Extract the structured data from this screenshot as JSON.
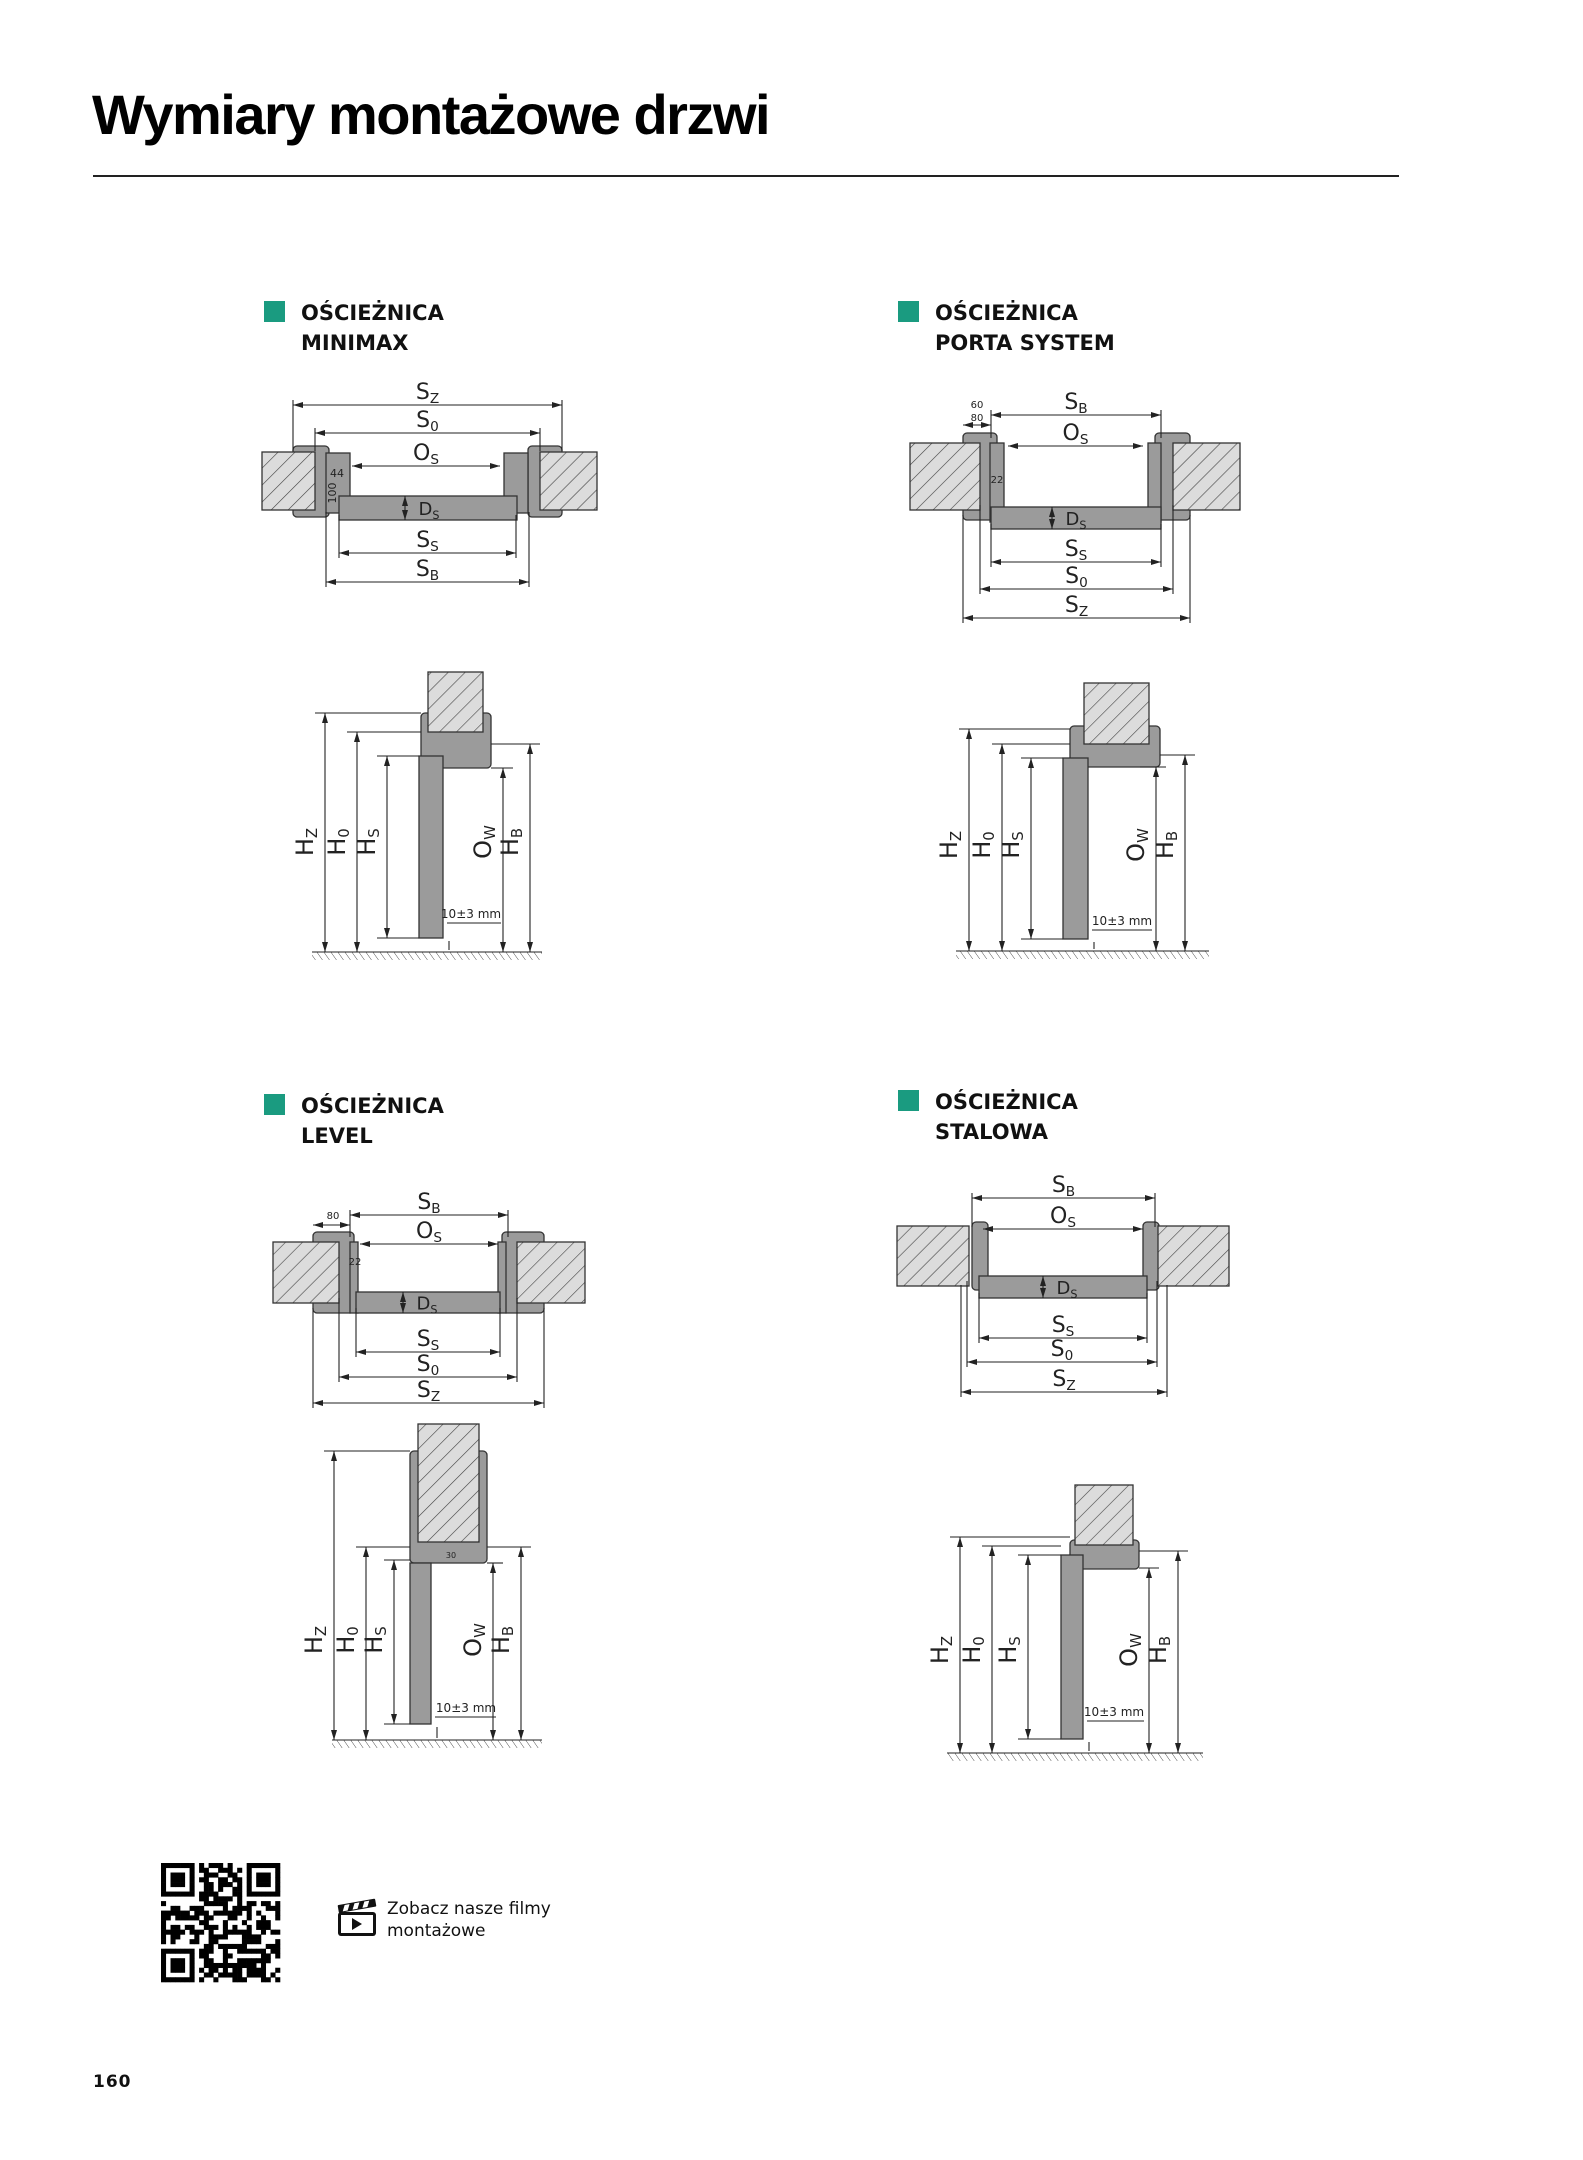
{
  "title": "Wymiary montażowe drzwi",
  "colors": {
    "accent": "#1a9b80",
    "frame": "#9b9b9b",
    "wall": "#dcdcdc",
    "line": "#333333"
  },
  "sections": [
    {
      "heading1": "OŚCIEŻNICA",
      "heading2": "MINIMAX",
      "horizontal_dims": [
        {
          "main": "S",
          "sub": "Z"
        },
        {
          "main": "S",
          "sub": "0"
        },
        {
          "main": "O",
          "sub": "S"
        },
        {
          "main": "S",
          "sub": "S"
        },
        {
          "main": "S",
          "sub": "B"
        }
      ],
      "thickness": {
        "main": "D",
        "sub": "S"
      },
      "notes": [
        "44",
        "100"
      ],
      "vertical_dims": [
        {
          "main": "H",
          "sub": "Z"
        },
        {
          "main": "H",
          "sub": "0"
        },
        {
          "main": "H",
          "sub": "S"
        },
        {
          "main": "O",
          "sub": "W"
        },
        {
          "main": "H",
          "sub": "B"
        }
      ],
      "gap_note": "10±3 mm"
    },
    {
      "heading1": "OŚCIEŻNICA",
      "heading2": "PORTA SYSTEM",
      "horizontal_dims": [
        {
          "main": "S",
          "sub": "B"
        },
        {
          "main": "O",
          "sub": "S"
        },
        {
          "main": "S",
          "sub": "S"
        },
        {
          "main": "S",
          "sub": "0"
        },
        {
          "main": "S",
          "sub": "Z"
        }
      ],
      "thickness": {
        "main": "D",
        "sub": "S"
      },
      "notes": [
        "60",
        "80",
        "22"
      ],
      "vertical_dims": [
        {
          "main": "H",
          "sub": "Z"
        },
        {
          "main": "H",
          "sub": "0"
        },
        {
          "main": "H",
          "sub": "S"
        },
        {
          "main": "O",
          "sub": "W"
        },
        {
          "main": "H",
          "sub": "B"
        }
      ],
      "gap_note": "10±3 mm"
    },
    {
      "heading1": "OŚCIEŻNICA",
      "heading2": "LEVEL",
      "horizontal_dims": [
        {
          "main": "S",
          "sub": "B"
        },
        {
          "main": "O",
          "sub": "S"
        },
        {
          "main": "S",
          "sub": "S"
        },
        {
          "main": "S",
          "sub": "0"
        },
        {
          "main": "S",
          "sub": "Z"
        }
      ],
      "thickness": {
        "main": "D",
        "sub": "S"
      },
      "notes": [
        "80",
        "22",
        "30"
      ],
      "vertical_dims": [
        {
          "main": "H",
          "sub": "Z"
        },
        {
          "main": "H",
          "sub": "0"
        },
        {
          "main": "H",
          "sub": "S"
        },
        {
          "main": "O",
          "sub": "W"
        },
        {
          "main": "H",
          "sub": "B"
        }
      ],
      "gap_note": "10±3 mm"
    },
    {
      "heading1": "OŚCIEŻNICA",
      "heading2": "STALOWA",
      "horizontal_dims": [
        {
          "main": "S",
          "sub": "B"
        },
        {
          "main": "O",
          "sub": "S"
        },
        {
          "main": "S",
          "sub": "S"
        },
        {
          "main": "S",
          "sub": "0"
        },
        {
          "main": "S",
          "sub": "Z"
        }
      ],
      "thickness": {
        "main": "D",
        "sub": "S"
      },
      "notes": [],
      "vertical_dims": [
        {
          "main": "H",
          "sub": "Z"
        },
        {
          "main": "H",
          "sub": "0"
        },
        {
          "main": "H",
          "sub": "S"
        },
        {
          "main": "O",
          "sub": "W"
        },
        {
          "main": "H",
          "sub": "B"
        }
      ],
      "gap_note": "10±3 mm"
    }
  ],
  "video": {
    "icon": "clapperboard-play-icon",
    "line1": "Zobacz nasze filmy",
    "line2": "montażowe"
  },
  "qr": {
    "icon": "qr-code"
  },
  "page_number": "160"
}
